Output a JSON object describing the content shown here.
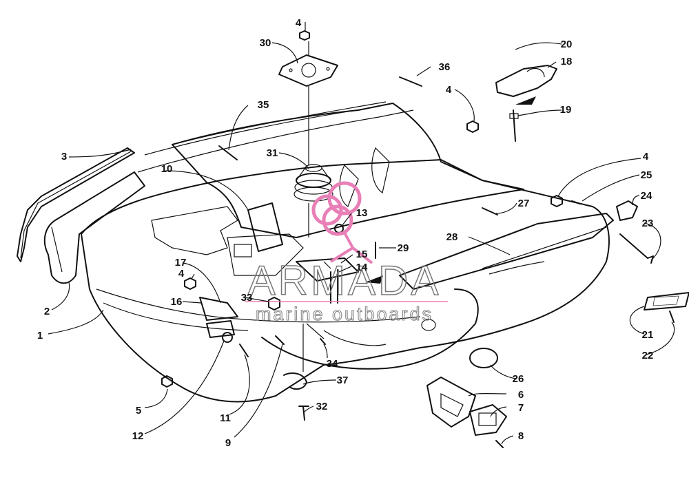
{
  "watermark": {
    "brand": "ARMADA",
    "tagline": "marine outboards",
    "logo_color": "#e87fb6",
    "rule_color": "#e87fb6"
  },
  "callouts": [
    {
      "id": "1",
      "label": "1"
    },
    {
      "id": "2",
      "label": "2"
    },
    {
      "id": "3",
      "label": "3"
    },
    {
      "id": "4a",
      "label": "4"
    },
    {
      "id": "4b",
      "label": "4"
    },
    {
      "id": "4c",
      "label": "4"
    },
    {
      "id": "4d",
      "label": "4"
    },
    {
      "id": "5",
      "label": "5"
    },
    {
      "id": "6",
      "label": "6"
    },
    {
      "id": "7",
      "label": "7"
    },
    {
      "id": "8",
      "label": "8"
    },
    {
      "id": "9",
      "label": "9"
    },
    {
      "id": "10",
      "label": "10"
    },
    {
      "id": "11",
      "label": "11"
    },
    {
      "id": "12",
      "label": "12"
    },
    {
      "id": "13",
      "label": "13"
    },
    {
      "id": "14",
      "label": "14"
    },
    {
      "id": "15",
      "label": "15"
    },
    {
      "id": "16",
      "label": "16"
    },
    {
      "id": "17",
      "label": "17"
    },
    {
      "id": "18",
      "label": "18"
    },
    {
      "id": "19",
      "label": "19"
    },
    {
      "id": "20",
      "label": "20"
    },
    {
      "id": "21",
      "label": "21"
    },
    {
      "id": "22",
      "label": "22"
    },
    {
      "id": "23",
      "label": "23"
    },
    {
      "id": "24",
      "label": "24"
    },
    {
      "id": "25",
      "label": "25"
    },
    {
      "id": "26",
      "label": "26"
    },
    {
      "id": "27",
      "label": "27"
    },
    {
      "id": "28",
      "label": "28"
    },
    {
      "id": "29",
      "label": "29"
    },
    {
      "id": "30",
      "label": "30"
    },
    {
      "id": "31",
      "label": "31"
    },
    {
      "id": "32",
      "label": "32"
    },
    {
      "id": "33",
      "label": "33"
    },
    {
      "id": "34",
      "label": "34"
    },
    {
      "id": "35",
      "label": "35"
    },
    {
      "id": "36",
      "label": "36"
    },
    {
      "id": "37",
      "label": "37"
    }
  ]
}
